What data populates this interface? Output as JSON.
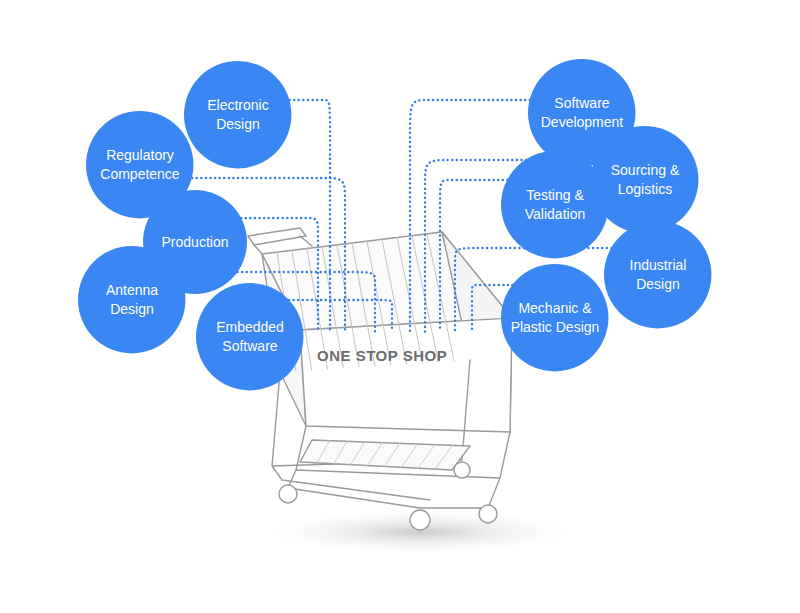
{
  "diagram": {
    "nodes": [
      {
        "text": [
          "Electronic Design"
        ]
      },
      {
        "text": [
          "Regulatory Competence"
        ]
      },
      {
        "text": [
          "Production"
        ]
      },
      {
        "text": [
          "Antenna Design"
        ]
      },
      {
        "text": [
          "Embedded Software"
        ]
      },
      {
        "text": [
          "Software Development"
        ]
      },
      {
        "text": [
          "Sourcing & Logistics"
        ]
      },
      {
        "text": [
          "Testing & Validation"
        ]
      },
      {
        "text": [
          "Industrial Design"
        ]
      },
      {
        "text": [
          "Mechanic & Plastic Design"
        ]
      },
      {
        "text": [
          "ONE STOP SHOP"
        ]
      }
    ],
    "edges": [
      {
        "from": 0,
        "to": 10,
        "arrow": "none"
      },
      {
        "from": 1,
        "to": 10,
        "arrow": "none"
      },
      {
        "from": 2,
        "to": 10,
        "arrow": "none"
      },
      {
        "from": 3,
        "to": 10,
        "arrow": "none"
      },
      {
        "from": 4,
        "to": 10,
        "arrow": "none"
      },
      {
        "from": 5,
        "to": 10,
        "arrow": "none"
      },
      {
        "from": 6,
        "to": 10,
        "arrow": "none"
      },
      {
        "from": 7,
        "to": 10,
        "arrow": "none"
      },
      {
        "from": 8,
        "to": 10,
        "arrow": "none"
      },
      {
        "from": 9,
        "to": 10,
        "arrow": "none"
      }
    ]
  }
}
